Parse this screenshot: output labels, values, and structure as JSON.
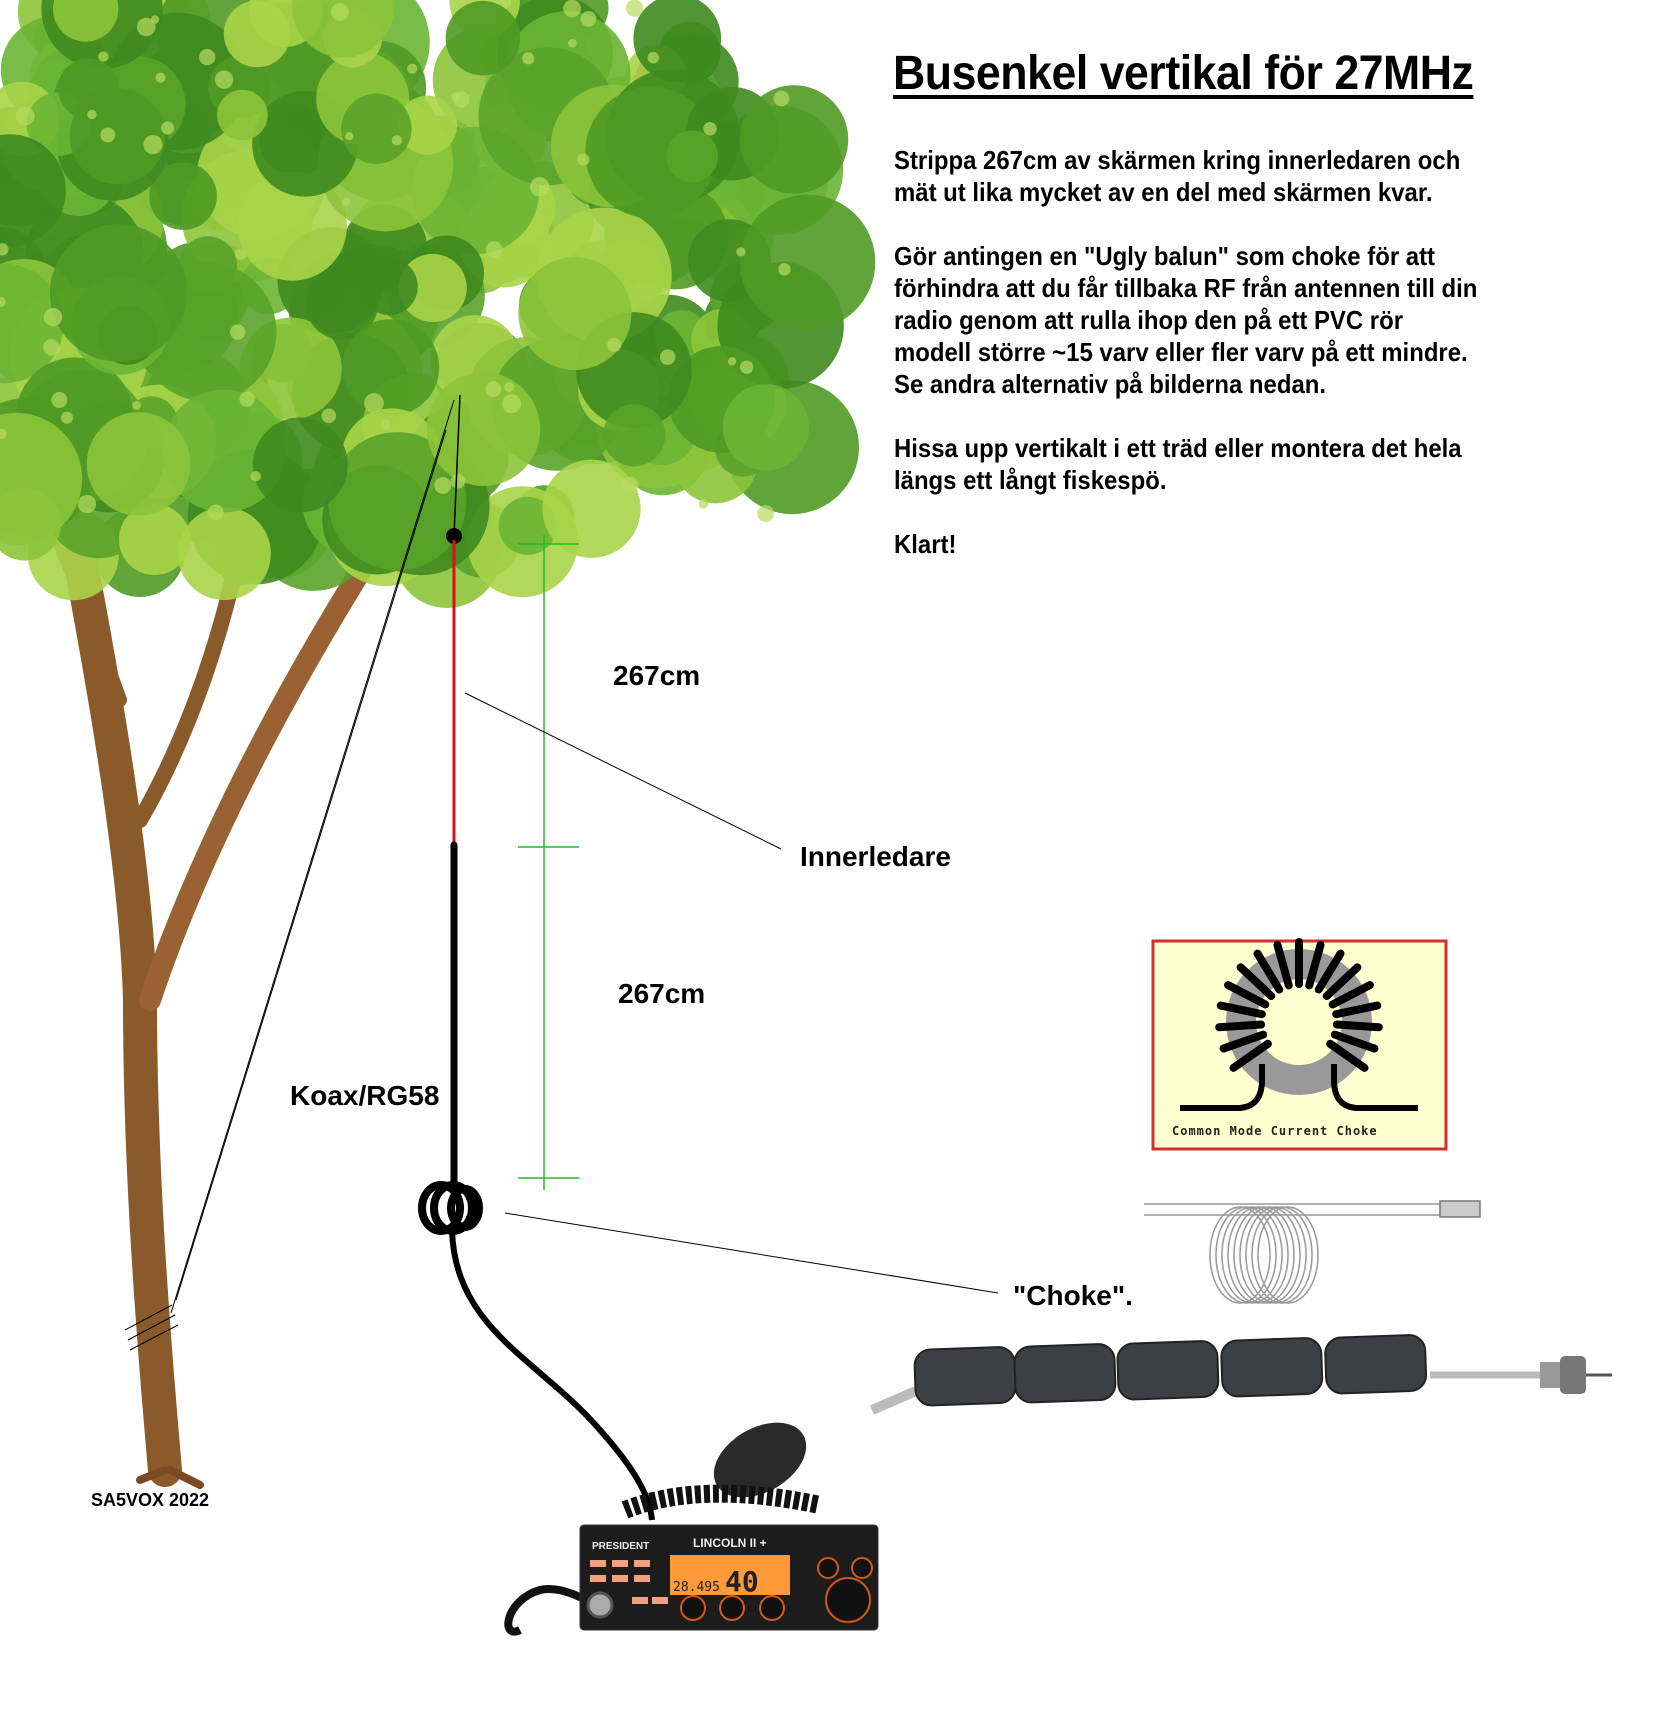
{
  "title": "Busenkel vertikal för 27MHz",
  "instructions": {
    "p1_l1": "Strippa 267cm av skärmen kring innerledaren och",
    "p1_l2": "mät ut lika mycket av en del med skärmen kvar.",
    "p2_l1": "Gör antingen en \"Ugly balun\" som choke för att",
    "p2_l2": "förhindra att du får tillbaka RF från antennen till din",
    "p2_l3": "radio genom att rulla ihop den på ett PVC rör",
    "p2_l4": "modell större ~15 varv eller fler varv på ett mindre.",
    "p2_l5": "Se andra alternativ på bilderna nedan.",
    "p3_l1": "Hissa upp vertikalt i ett träd eller montera det hela",
    "p3_l2": "längs ett långt fiskespö.",
    "p4": "Klart!"
  },
  "labels": {
    "upper_length": "267cm",
    "lower_length": "267cm",
    "inner_conductor": "Innerledare",
    "coax": "Koax/RG58",
    "choke": "\"Choke\".",
    "signature": "SA5VOX 2022",
    "toroid_caption": "Common Mode Current Choke"
  },
  "radio": {
    "brand": "PRESIDENT",
    "model": "LINCOLN II +",
    "frequency": "28.495",
    "channel": "40"
  },
  "colors": {
    "radiator": "#e01010",
    "coax": "#000000",
    "dimension": "#22bb22",
    "leaf": "#5aa32a",
    "leaf_light": "#9ccc3a",
    "trunk": "#8a5a2b",
    "toroid_bg": "#ffffd0",
    "toroid_border": "#d03030"
  }
}
